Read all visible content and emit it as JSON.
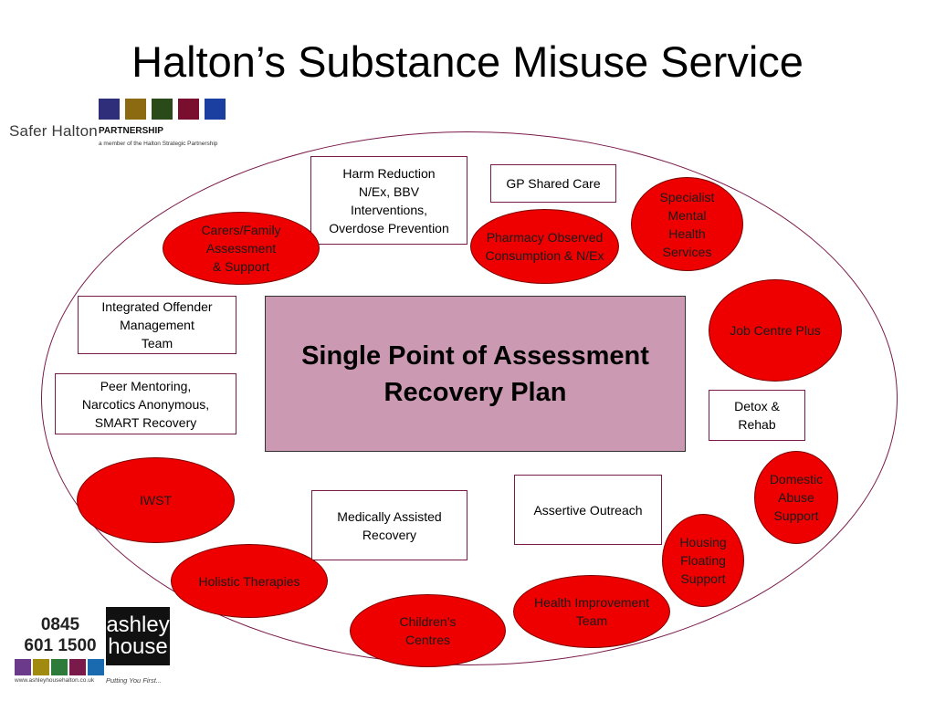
{
  "title": "Halton’s Substance Misuse Service",
  "logo_top": {
    "name": "Safer Halton",
    "partnership": "PARTNERSHIP",
    "member_text": "a member of the Halton Strategic Partnership",
    "colors": [
      "#2e2e7a",
      "#8b6a12",
      "#2b4a1a",
      "#7a0e2e",
      "#1a3fa0"
    ]
  },
  "center": {
    "line1": "Single Point of Assessment",
    "line2": "Recovery Plan"
  },
  "boxes": {
    "harm_reduction": "Harm Reduction\nN/Ex, BBV\nInterventions,\nOverdose Prevention",
    "gp_shared_care": "GP Shared Care",
    "integrated_offender": "Integrated Offender\nManagement\nTeam",
    "peer_mentoring": "Peer Mentoring,\nNarcotics Anonymous,\nSMART Recovery",
    "detox": "Detox &\nRehab",
    "medically_assisted": "Medically Assisted\nRecovery",
    "assertive_outreach": "Assertive Outreach"
  },
  "ovals": {
    "carers": "Carers/Family\nAssessment\n& Support",
    "pharmacy": "Pharmacy Observed\nConsumption & N/Ex",
    "mental_health": "Specialist\nMental\nHealth\nServices",
    "job_centre": "Job Centre Plus",
    "iwst": "IWST",
    "domestic_abuse": "Domestic\nAbuse\nSupport",
    "housing": "Housing\nFloating\nSupport",
    "holistic": "Holistic Therapies",
    "health_improvement": "Health Improvement\nTeam",
    "childrens": "Children’s\nCentres"
  },
  "colors": {
    "oval_fill": "#ee0000",
    "center_fill": "#cc99b3",
    "outline": "#7a1a4a"
  },
  "logo_bottom": {
    "phone": "0845\n601 1500",
    "brand_line1": "ashley",
    "brand_line2": "house",
    "tagline": "Putting You First...",
    "url": "www.ashleyhousehalton.co.uk",
    "colors": [
      "#6b3a8a",
      "#a08a10",
      "#2e7a3a",
      "#7a1a4a",
      "#1a6ab0"
    ]
  }
}
